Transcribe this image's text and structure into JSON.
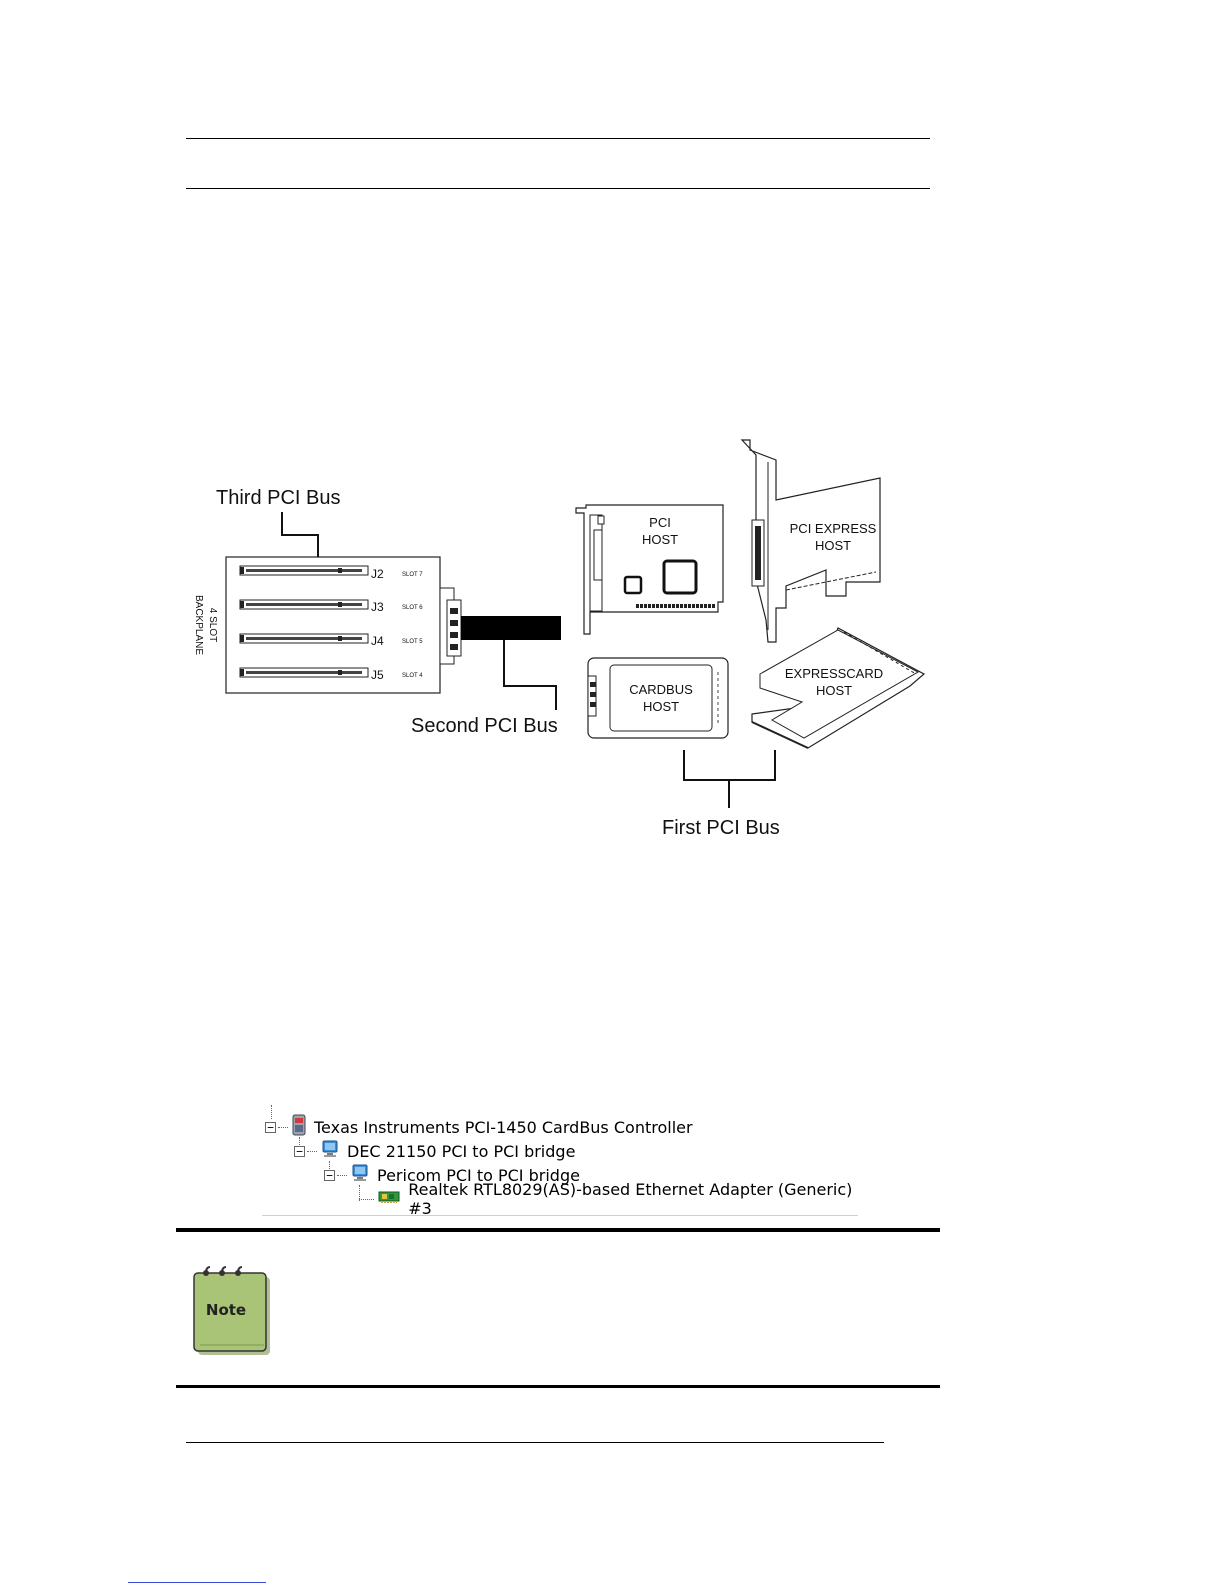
{
  "diagram": {
    "labels": {
      "third_bus": "Third PCI Bus",
      "second_bus": "Second PCI Bus",
      "first_bus": "First PCI Bus"
    },
    "backplane": {
      "title_line1": "4 SLOT",
      "title_line2": "BACKPLANE",
      "slots": [
        {
          "connector": "J2",
          "slot": "SLOT 7"
        },
        {
          "connector": "J3",
          "slot": "SLOT 6"
        },
        {
          "connector": "J4",
          "slot": "SLOT 5"
        },
        {
          "connector": "J5",
          "slot": "SLOT 4"
        }
      ]
    },
    "hosts": {
      "pci_line1": "PCI",
      "pci_line2": "HOST",
      "pcie_line1": "PCI EXPRESS",
      "pcie_line2": "HOST",
      "cardbus_line1": "CARDBUS",
      "cardbus_line2": "HOST",
      "expresscard_line1": "EXPRESSCARD",
      "expresscard_line2": "HOST"
    }
  },
  "device_tree": {
    "items": [
      {
        "label": "Texas Instruments PCI-1450 CardBus Controller",
        "icon": "cardbus-controller-icon"
      },
      {
        "label": "DEC 21150 PCI to PCI bridge",
        "icon": "monitor-icon"
      },
      {
        "label": "Pericom PCI to PCI bridge",
        "icon": "monitor-icon"
      },
      {
        "label": "Realtek RTL8029(AS)-based Ethernet Adapter (Generic) #3",
        "icon": "network-adapter-icon"
      }
    ],
    "expander_symbol": "−"
  },
  "note": {
    "label": "Note"
  },
  "colors": {
    "note_green": "#a9c476",
    "link_blue": "#3a4bd6",
    "monitor_blue": "#3b8fd8"
  }
}
